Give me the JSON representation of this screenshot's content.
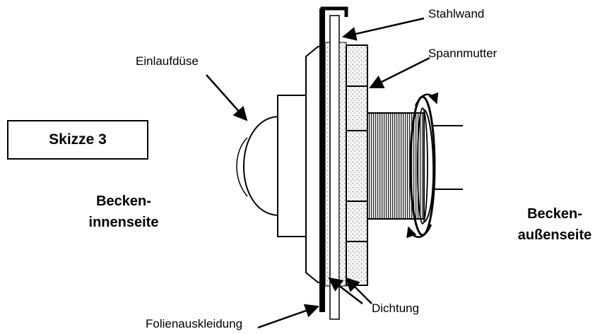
{
  "title": "Skizze 3",
  "labels": {
    "stahlwand": "Stahlwand",
    "spannmutter": "Spannmutter",
    "einlaufduese": "Einlaufdüse",
    "dichtung": "Dichtung",
    "folienauskleidung": "Folienauskleidung"
  },
  "sides": {
    "inner_line1": "Becken-",
    "inner_line2": "innenseite",
    "outer_line1": "Becken-",
    "outer_line2": "außenseite"
  }
}
